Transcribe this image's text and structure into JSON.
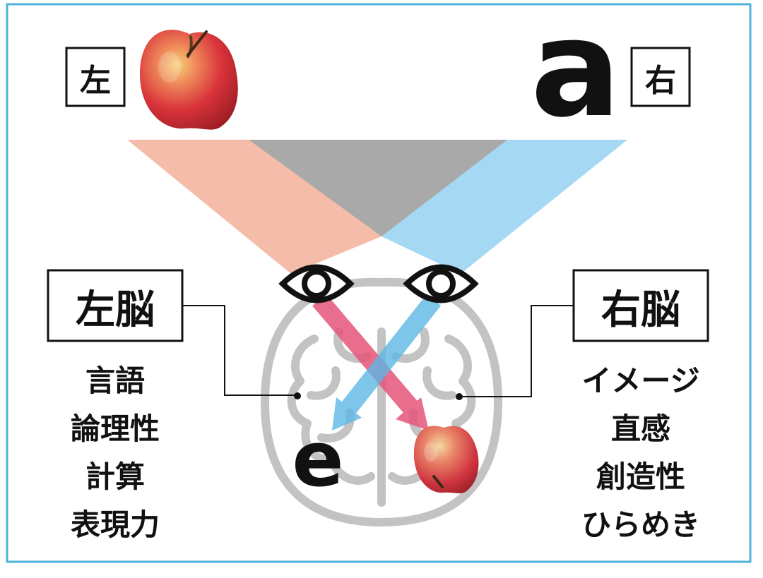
{
  "top": {
    "left_label": "左",
    "right_label": "右",
    "right_letter": "a"
  },
  "brain": {
    "left_letter": "e"
  },
  "left_brain": {
    "title": "左脳",
    "traits": [
      "言語",
      "論理性",
      "計算",
      "表現力"
    ]
  },
  "right_brain": {
    "title": "右脳",
    "traits": [
      "イメージ",
      "直感",
      "創造性",
      "ひらめき"
    ]
  },
  "colors": {
    "frame_border": "#4fb3d9",
    "left_beam": "#f4b9a4",
    "right_beam": "#9fd6f2",
    "center_beam": "#a9a9a9",
    "left_arrow": "#e6557a",
    "right_arrow": "#5fb7e6",
    "brain_outline": "#c3c3c3",
    "text": "#111111"
  },
  "icons": {
    "left_object": "apple-icon",
    "brain_object": "apple-icon",
    "eye": "eye-icon",
    "brain": "brain-icon"
  }
}
